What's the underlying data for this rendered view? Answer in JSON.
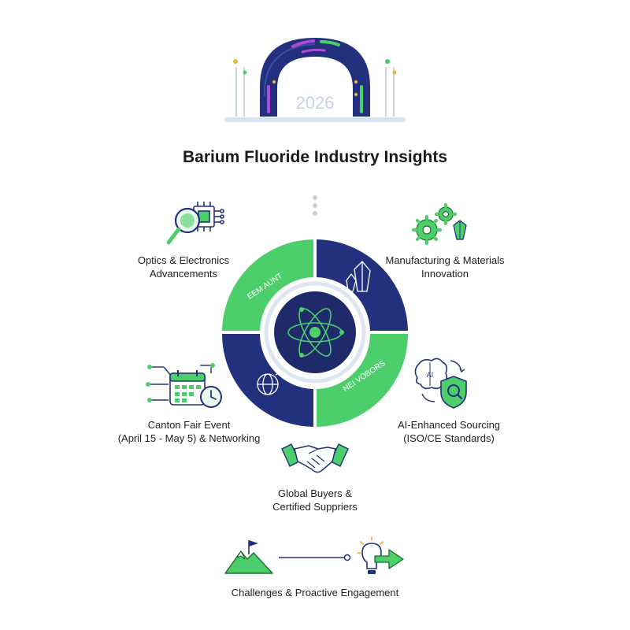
{
  "header": {
    "year": "2026",
    "title": "Barium Fluoride Industry Insights"
  },
  "wheel": {
    "segment_text_top_left": "EEM AUNT",
    "segment_text_bottom_right": "NEI VOBORS",
    "colors": {
      "green": "#4ccf6a",
      "navy": "#23307d",
      "center": "#1f2a6b"
    }
  },
  "topics": {
    "optics": {
      "line1": "Optics & Electronics",
      "line2": "Advancements",
      "icon": "magnifier-chip-icon"
    },
    "manufacturing": {
      "line1": "Manufacturing & Materials",
      "line2": "Innovation",
      "icon": "gears-crystal-icon"
    },
    "canton": {
      "line1": "Canton Fair Event",
      "line2": "(April 15 - May 5) & Networking",
      "icon": "calendar-clock-icon"
    },
    "ai": {
      "line1": "AI-Enhanced Sourcing",
      "line2": "(ISO/CE Standards)",
      "icon": "brain-shield-icon"
    },
    "buyers": {
      "line1": "Global Buyers &",
      "line2": "Certified Suppriers",
      "icon": "handshake-icon"
    }
  },
  "footer": {
    "label": "Challenges & Proactive Engagement",
    "icons": [
      "mountain-flag-icon",
      "lightbulb-arrow-icon"
    ]
  }
}
